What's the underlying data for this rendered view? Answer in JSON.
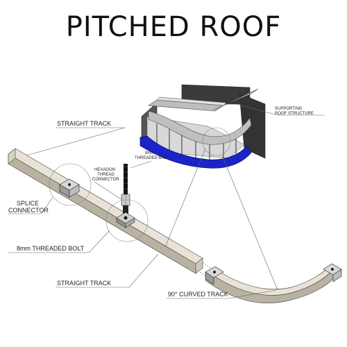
{
  "title": "PITCHED ROOF",
  "labels": {
    "straight_track_top": "STRAIGHT TRACK",
    "supporting_line1": "SUPPORTING",
    "supporting_line2": "ROOF STRUCTURE",
    "threaded_bar_line1": "8mm",
    "threaded_bar_line2": "THREADED BAR",
    "hexagon_line1": "HEXAGON",
    "hexagon_line2": "THREAD",
    "hexagon_line3": "CONNECTOR",
    "splice_line1": "SPLICE",
    "splice_line2": "CONNECTOR",
    "threaded_bolt": "8mm THREADED BOLT",
    "straight_track_bottom": "STRAIGHT TRACK",
    "curved_track": "90° CURVED TRACK"
  }
}
